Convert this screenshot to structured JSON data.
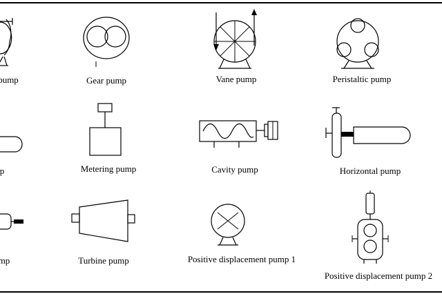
{
  "diagram": {
    "labels": {
      "row1_col0": "pump",
      "gear_pump": "Gear pump",
      "vane_pump": "Vane pump",
      "peristaltic_pump": "Peristaltic pump",
      "row2_col0": "p",
      "metering_pump": "Metering pump",
      "cavity_pump": "Cavity pump",
      "horizontal_pump": "Horizontal pump",
      "row3_col0": "mp",
      "turbine_pump": "Turbine pump",
      "positive_displacement_pump_1": "Positive displacement pump 1",
      "positive_displacement_pump_2": "Positive displacement pump 2"
    },
    "icons": [
      "partial-pump-icon",
      "gear-pump-icon",
      "vane-pump-icon",
      "peristaltic-pump-icon",
      "partial-pump-icon",
      "metering-pump-icon",
      "cavity-pump-icon",
      "horizontal-pump-icon",
      "partial-pump-icon",
      "turbine-pump-icon",
      "positive-displacement-pump-1-icon",
      "positive-displacement-pump-2-icon"
    ],
    "colors": {
      "line": "#000000",
      "background": "#ffffff"
    }
  }
}
